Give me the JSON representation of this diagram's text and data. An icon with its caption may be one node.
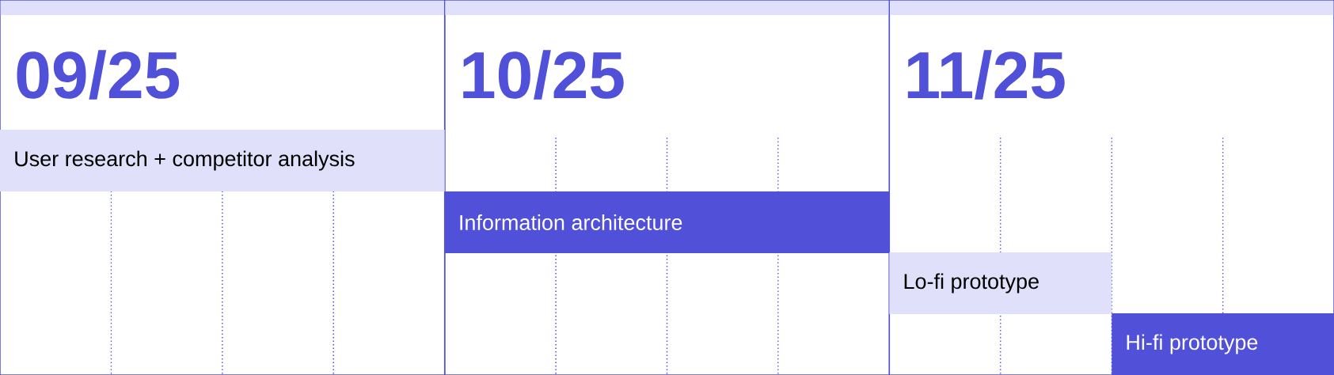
{
  "diagram": {
    "nodes": [
      {
        "text": [
          "09/25"
        ]
      },
      {
        "text": [
          "10/25"
        ]
      },
      {
        "text": [
          "11/25"
        ]
      },
      {
        "text": [
          "User research + competitor analysis"
        ],
        "in": 0
      },
      {
        "text": [
          "Information architecture"
        ],
        "in": 1
      },
      {
        "text": [
          "Lo-fi prototype"
        ],
        "in": 2
      },
      {
        "text": [
          "Hi-fi prototype"
        ],
        "in": 2
      }
    ]
  }
}
